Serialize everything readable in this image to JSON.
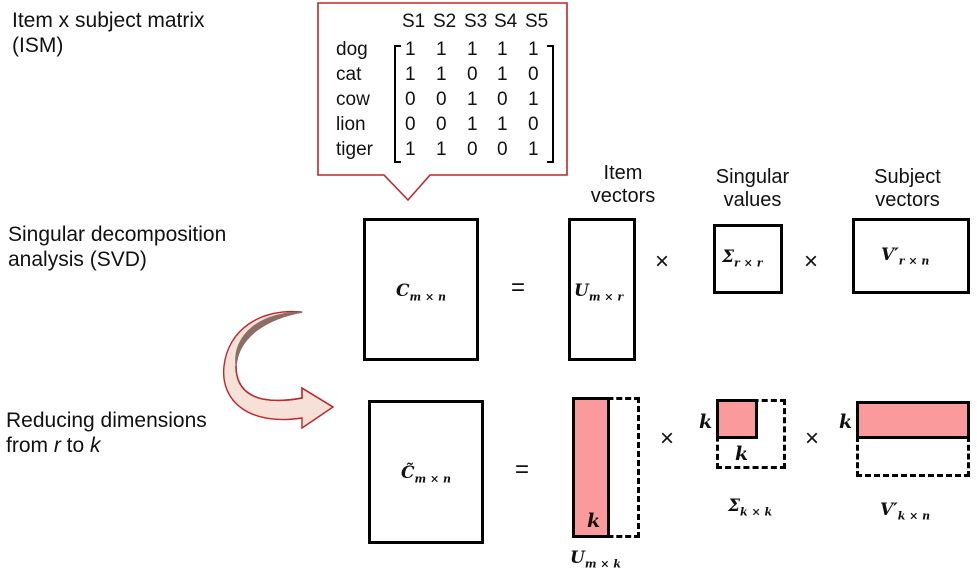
{
  "ism": {
    "title_line1": "Item x subject matrix",
    "title_line2": "(ISM)",
    "columns": [
      "S1",
      "S2",
      "S3",
      "S4",
      "S5"
    ],
    "rows": [
      {
        "label": "dog",
        "values": [
          "1",
          "1",
          "1",
          "1",
          "1"
        ]
      },
      {
        "label": "cat",
        "values": [
          "1",
          "1",
          "0",
          "1",
          "0"
        ]
      },
      {
        "label": "cow",
        "values": [
          "0",
          "0",
          "1",
          "0",
          "1"
        ]
      },
      {
        "label": "lion",
        "values": [
          "0",
          "0",
          "1",
          "1",
          "0"
        ]
      },
      {
        "label": "tiger",
        "values": [
          "1",
          "1",
          "0",
          "0",
          "1"
        ]
      }
    ]
  },
  "labels": {
    "svd_line1": "Singular decomposition",
    "svd_line2": "analysis (SVD)",
    "reduce_line1": "Reducing dimensions",
    "reduce_line2_a": "from ",
    "reduce_r": "r",
    "reduce_to": " to ",
    "reduce_k": "k"
  },
  "headers": {
    "item_line1": "Item",
    "item_line2": "vectors",
    "singular_line1": "Singular",
    "singular_line2": "values",
    "subject_line1": "Subject",
    "subject_line2": "vectors"
  },
  "operators": {
    "equals": "=",
    "times": "×"
  },
  "symbols": {
    "c": "C",
    "c_sub": "m × n",
    "u": "U",
    "u_sub": "m × r",
    "sigma": "Σ",
    "sigma_sub": "r × r",
    "v": "V′",
    "v_sub": "r × n",
    "ct": "C̃",
    "ct_sub": "m × n",
    "uk": "U",
    "uk_sub": "m × k",
    "sk": "Σ",
    "sk_sub": "k × k",
    "vk": "V′",
    "vk_sub": "k × n",
    "k": "k"
  },
  "colors": {
    "highlight": "#fa9a9c",
    "callout_border": "#c0262c",
    "arrow_fill": "#f6e1d9"
  }
}
